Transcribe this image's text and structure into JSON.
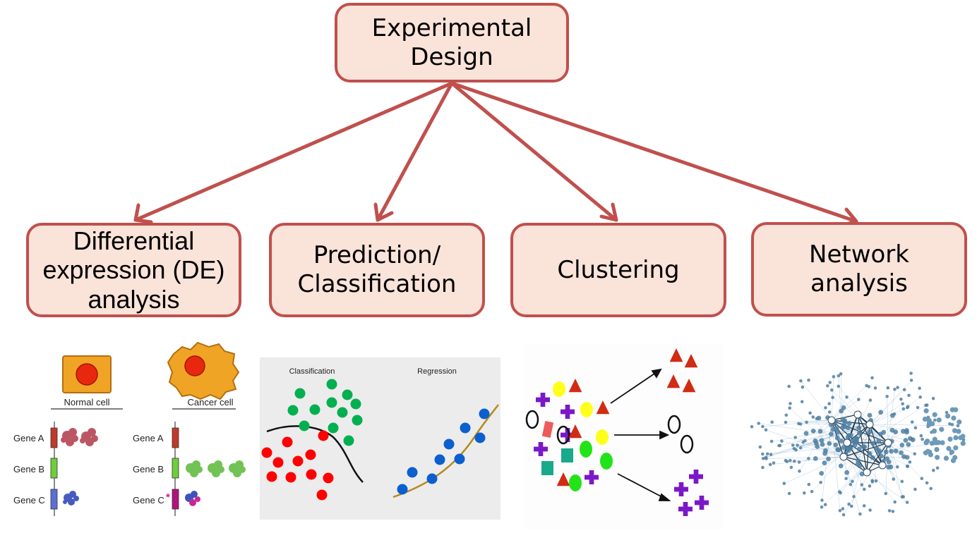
{
  "root": {
    "lines": [
      "Experimental",
      "Design"
    ]
  },
  "branches": [
    {
      "lines": [
        "Differential",
        "expression (DE)",
        "analysis"
      ]
    },
    {
      "lines": [
        "Prediction/",
        "Classification"
      ]
    },
    {
      "lines": [
        "Clustering"
      ]
    },
    {
      "lines": [
        "Network",
        "analysis"
      ]
    }
  ],
  "illustrations": {
    "de": {
      "normal_cell": "Normal cell",
      "cancer_cell": "Cancer cell",
      "genes": [
        "Gene A",
        "Gene B",
        "Gene C"
      ],
      "mutated_gene": "Gene C",
      "mutation_mark": "*"
    },
    "classification": {
      "left_title": "Classification",
      "right_title": "Regression"
    }
  },
  "colors": {
    "box_fill": "#fae3d9",
    "box_border": "#c0504d",
    "arrow": "#c0504d",
    "class_green": "#00b050",
    "class_red": "#ff0000",
    "regression_dot": "#0b5fce",
    "regression_curve": "#b58a1e",
    "network": "#4f7fa3"
  }
}
